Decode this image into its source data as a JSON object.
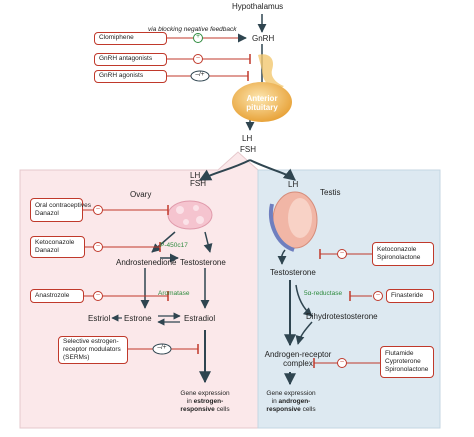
{
  "top": {
    "hypothalamus": "Hypothalamus",
    "feedback_note": "via blocking negative feedback",
    "gnrh": "GnRH",
    "anterior_pituitary": "Anterior pituitary",
    "lh": "LH",
    "fsh": "FSH"
  },
  "drugs_top": {
    "clomiphene": "Clomiphene",
    "gnrh_antagonists": "GnRH antagonists",
    "gnrh_agonists": "GnRH agonists"
  },
  "symbols": {
    "plus": "+",
    "minus": "–",
    "minus_plus": "–/+"
  },
  "female": {
    "lh_fsh": "LH\nFSH",
    "ovary": "Ovary",
    "ocp": "Oral contraceptives\nDanazol",
    "keto": "Ketoconazole\nDanazol",
    "p450": "P-450c17",
    "androstenedione": "Androstenedione",
    "testosterone": "Testosterone",
    "anastrozole": "Anastrozole",
    "aromatase": "Aromatase",
    "estriol": "Estriol",
    "estrone": "Estrone",
    "estradiol": "Estradiol",
    "serms": "Selective estrogen-\nreceptor modulators\n(SERMs)",
    "gene_line1": "Gene expression",
    "gene_line2": "in",
    "gene_bold": "estrogen-",
    "gene_bold2": "responsive",
    "gene_tail": "cells"
  },
  "male": {
    "lh": "LH",
    "testis": "Testis",
    "keto": "Ketoconazole\nSpironolactone",
    "testosterone": "Testosterone",
    "reductase": "5α-reductase",
    "finasteride": "Finasteride",
    "dht": "Dihydrotestosterone",
    "receptor": "Androgen-receptor\ncomplex",
    "antiandrogens": "Flutamide\nCyproterone\nSpironolactone",
    "gene_line1": "Gene expression",
    "gene_line2": "in",
    "gene_bold": "androgen-",
    "gene_bold2": "responsive",
    "gene_tail": "cells"
  },
  "colors": {
    "female_panel": "#fbe8ea",
    "male_panel": "#dde9f1",
    "inhibit": "#c0392b",
    "stimulate": "#2e8b3e",
    "arrow": "#2f4550",
    "pituitary": "#e8a33a"
  }
}
